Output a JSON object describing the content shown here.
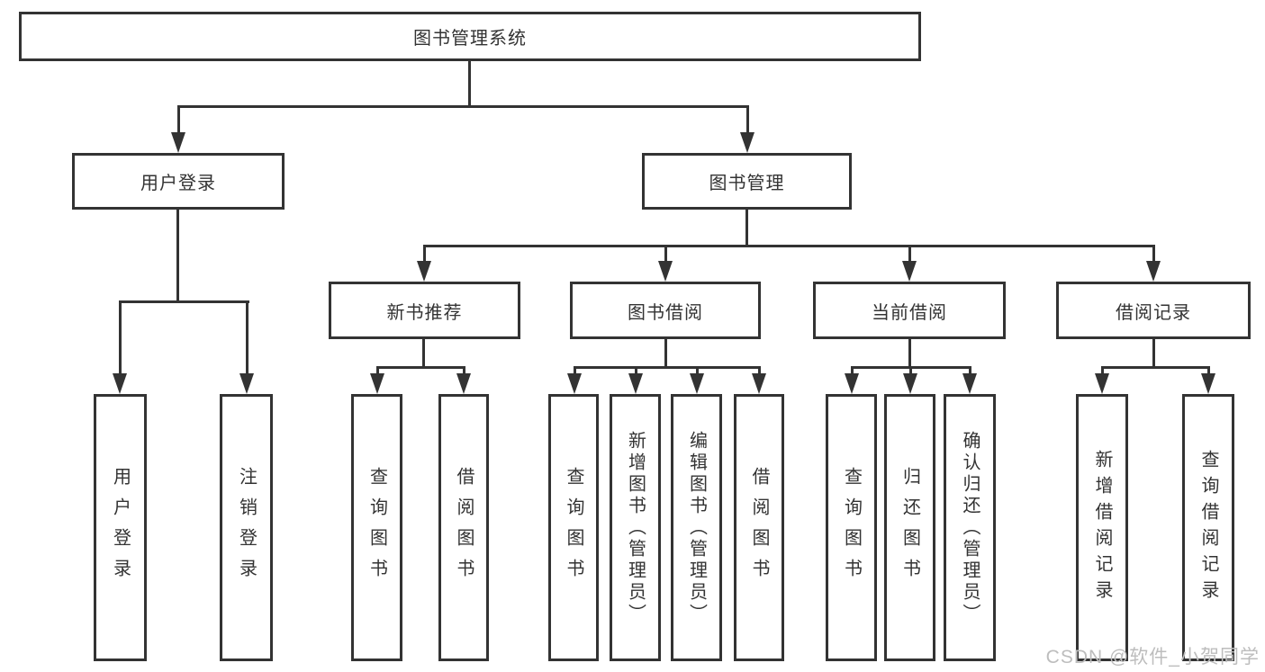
{
  "tree": {
    "root": {
      "label": "图书管理系统",
      "children": [
        {
          "label": "用户登录",
          "children": [
            {
              "label": "用户登录"
            },
            {
              "label": "注销登录"
            }
          ]
        },
        {
          "label": "图书管理",
          "children": [
            {
              "label": "新书推荐",
              "children": [
                {
                  "label": "查询图书"
                },
                {
                  "label": "借阅图书"
                }
              ]
            },
            {
              "label": "图书借阅",
              "children": [
                {
                  "label": "查询图书"
                },
                {
                  "label": "新增图书（管理员）"
                },
                {
                  "label": "编辑图书（管理员）"
                },
                {
                  "label": "借阅图书"
                }
              ]
            },
            {
              "label": "当前借阅",
              "children": [
                {
                  "label": "查询图书"
                },
                {
                  "label": "归还图书"
                },
                {
                  "label": "确认归还（管理员）"
                }
              ]
            },
            {
              "label": "借阅记录",
              "children": [
                {
                  "label": "新增借阅记录"
                },
                {
                  "label": "查询借阅记录"
                }
              ]
            }
          ]
        }
      ]
    }
  },
  "watermark": {
    "text": "CSDN @软件_小贺同学"
  },
  "colors": {
    "line": "#333333",
    "text": "#333333",
    "watermark": "#bdbdbd",
    "background": "#ffffff"
  }
}
